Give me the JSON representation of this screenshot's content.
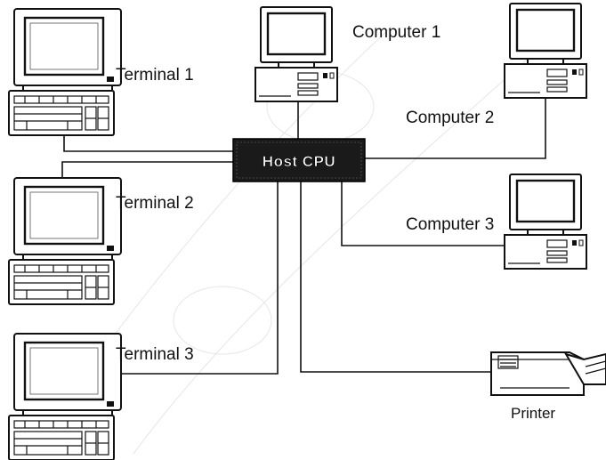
{
  "hub": {
    "label": "Host CPU"
  },
  "terminals": [
    {
      "label": "Terminal 1"
    },
    {
      "label": "Terminal 2"
    },
    {
      "label": "Terminal 3"
    }
  ],
  "computers": [
    {
      "label": "Computer 1"
    },
    {
      "label": "Computer 2"
    },
    {
      "label": "Computer 3"
    }
  ],
  "printer": {
    "label": "Printer"
  },
  "colors": {
    "ink": "#111111",
    "hub_fill": "#1a1a1a",
    "background": "#ffffff"
  }
}
